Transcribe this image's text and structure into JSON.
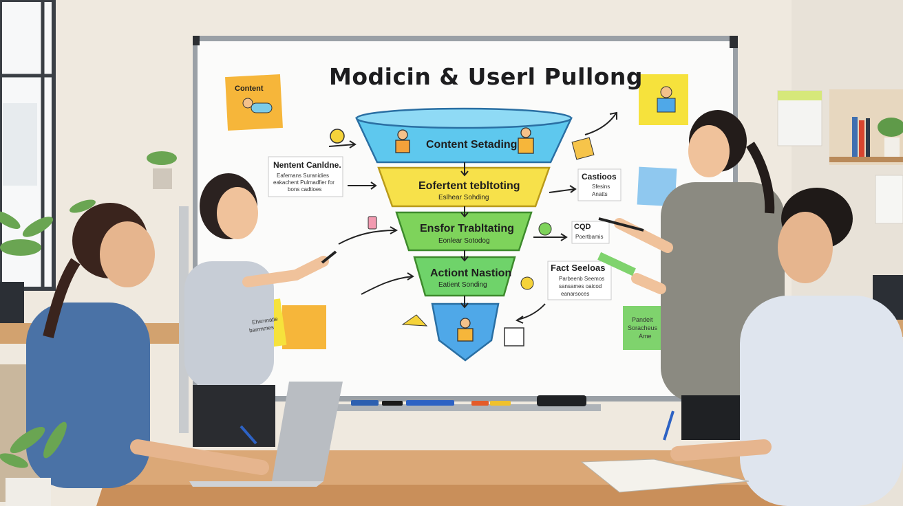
{
  "whiteboard": {
    "title": "Modicin & Userl Pullong",
    "funnel": [
      {
        "main": "Content Setading",
        "sub": "",
        "color": "#5ec8ee"
      },
      {
        "main": "Eofertent tebltoting",
        "sub": "Eslhear Sohding",
        "color": "#f7e14a"
      },
      {
        "main": "Ensfor Trabltating",
        "sub": "Eonlear Sotodog",
        "color": "#7ed35b"
      },
      {
        "main": "Actiont Nastion",
        "sub": "Eatient Sonding",
        "color": "#6fd36a"
      },
      {
        "main": "",
        "sub": "",
        "color": "#4fa8e8"
      }
    ],
    "notes": {
      "content_sticky": "Content",
      "left_card_title": "Nentent Canldne.",
      "left_card_lines": [
        "Eafemans Suranidies",
        "eakachent Pulmadfier for",
        "bons cadtioes"
      ],
      "right_card_title": "Castioos",
      "right_card_lines": [
        "Sfesins",
        "Anatts"
      ],
      "cqd_label": "CQD",
      "cqd_sub": "Poertbamis",
      "fact_title": "Fact Seeloas",
      "fact_lines": [
        "Parbeenb Seemos",
        "sansames oaicod",
        "eanarsoces"
      ],
      "green_sticky_lines": [
        "Pandeit",
        "Soracheus",
        "Ame"
      ],
      "yellow_sticky_lines": [
        "Ehsnmatie",
        "barrmmes"
      ]
    }
  },
  "colors": {
    "wall": "#efe9df",
    "board": "#fbfbfa",
    "table": "#d9a673",
    "sticky_yellow": "#f6e23c",
    "sticky_orange": "#f6b63a",
    "sticky_blue": "#8fc8ef",
    "sticky_green": "#7fd36d"
  }
}
